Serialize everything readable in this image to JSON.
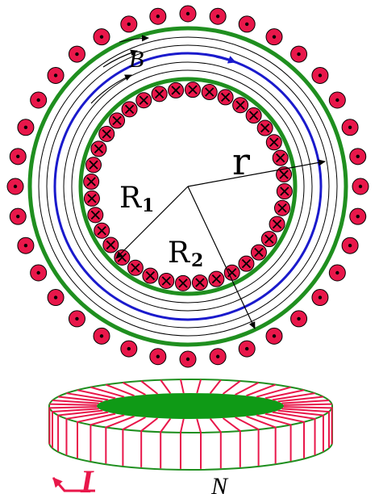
{
  "labels": {
    "field": "B",
    "radius_r": "r",
    "radius_1": "R",
    "radius_1_sub": "1",
    "radius_2": "R",
    "radius_2_sub": "2",
    "current": "I",
    "turns": "N"
  },
  "colors": {
    "toroid_outline": "#1f8f1f",
    "field_line": "#1a1acc",
    "wire": "#e8174a",
    "wire_dot": "#000000",
    "core_fill": "#0f9a16",
    "text": "#000000"
  },
  "wires": {
    "outer_count": 36,
    "inner_count": 36,
    "outer_symbol": "dot",
    "inner_symbol": "cross"
  }
}
